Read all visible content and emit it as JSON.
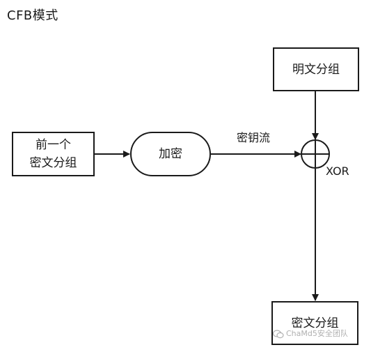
{
  "title": "CFB模式",
  "nodes": {
    "plaintext_block": "明文分组",
    "prev_cipher_line1": "前一个",
    "prev_cipher_line2": "密文分组",
    "encrypt": "加密",
    "ciphertext_block": "密文分组"
  },
  "edges": {
    "keystream": "密钥流",
    "xor": "XOR"
  },
  "watermark": {
    "text": "ChaMd5安全团队",
    "icon": "wechat-icon"
  }
}
